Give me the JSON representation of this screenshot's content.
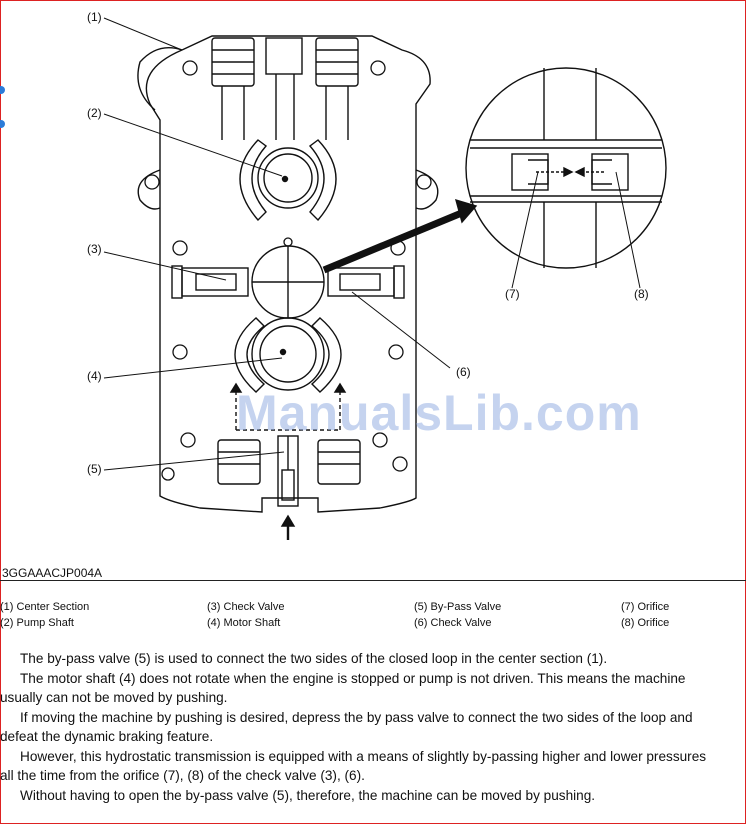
{
  "figure": {
    "callouts": [
      "(1)",
      "(2)",
      "(3)",
      "(4)",
      "(5)",
      "(6)",
      "(7)",
      "(8)"
    ],
    "code": "3GGAAACJP004A"
  },
  "watermark": "ManualsLib.com",
  "legend": [
    {
      "label": "(1) Center Section"
    },
    {
      "label": "(2) Pump Shaft"
    },
    {
      "label": "(3) Check Valve"
    },
    {
      "label": "(4) Motor Shaft"
    },
    {
      "label": "(5) By-Pass Valve"
    },
    {
      "label": "(6) Check Valve"
    },
    {
      "label": "(7) Orifice"
    },
    {
      "label": "(8) Orifice"
    }
  ],
  "paragraphs": [
    "The by-pass valve (5) is used to connect the two sides of the closed loop in the center section (1).",
    "The motor shaft (4) does not rotate when the engine is stopped or pump is not driven. This means the machine",
    "usually can not be moved by pushing.",
    "If moving the machine by pushing is desired, depress the by pass valve to connect the two sides of the loop and",
    "defeat the dynamic braking feature.",
    "However, this hydrostatic transmission is equipped with a means of slightly by-passing higher and lower pressures",
    "all the time from the orifice (7), (8) of the check valve (3), (6).",
    "Without having to open the by-pass valve (5), therefore, the machine can be moved by pushing."
  ],
  "colors": {
    "frame": "#dd2222",
    "bullet": "#2b7bd8",
    "watermark": "#96afe1"
  }
}
